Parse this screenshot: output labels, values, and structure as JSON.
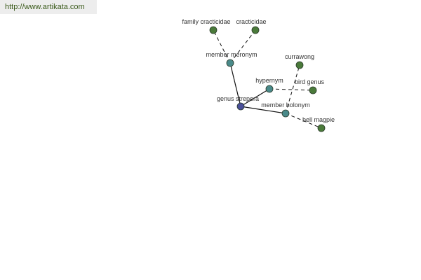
{
  "banner": {
    "url": "http://www.artikata.com"
  },
  "colors": {
    "center_node": "#4a4f9a",
    "relation_node": "#4a8a8a",
    "leaf_node": "#4a7a3a",
    "node_stroke": "#2a3a2a",
    "edge": "#111111",
    "label": "#333333",
    "banner_text": "#3a5a1a",
    "banner_bg": "#ededed"
  },
  "graph": {
    "nodes": [
      {
        "id": "genus",
        "label": "genus strepera",
        "kind": "center"
      },
      {
        "id": "member-meronym",
        "label": "member meronym",
        "kind": "relation"
      },
      {
        "id": "hypernym",
        "label": "hypernym",
        "kind": "relation"
      },
      {
        "id": "member-holonym",
        "label": "member holonym",
        "kind": "relation"
      },
      {
        "id": "family-cracticidae",
        "label": "family cracticidae",
        "kind": "leaf"
      },
      {
        "id": "cracticidae",
        "label": "cracticidae",
        "kind": "leaf"
      },
      {
        "id": "currawong",
        "label": "currawong",
        "kind": "leaf"
      },
      {
        "id": "bird-genus",
        "label": "bird genus",
        "kind": "leaf"
      },
      {
        "id": "bell-magpie",
        "label": "bell magpie",
        "kind": "leaf"
      }
    ],
    "edges": [
      {
        "from": "genus",
        "to": "member-meronym",
        "style": "solid"
      },
      {
        "from": "genus",
        "to": "hypernym",
        "style": "solid"
      },
      {
        "from": "genus",
        "to": "member-holonym",
        "style": "solid"
      },
      {
        "from": "member-meronym",
        "to": "family-cracticidae",
        "style": "dashed"
      },
      {
        "from": "member-meronym",
        "to": "cracticidae",
        "style": "dashed"
      },
      {
        "from": "hypernym",
        "to": "bird-genus",
        "style": "dashed"
      },
      {
        "from": "member-holonym",
        "to": "currawong",
        "style": "dashed"
      },
      {
        "from": "member-holonym",
        "to": "bell-magpie",
        "style": "dashed"
      }
    ]
  }
}
